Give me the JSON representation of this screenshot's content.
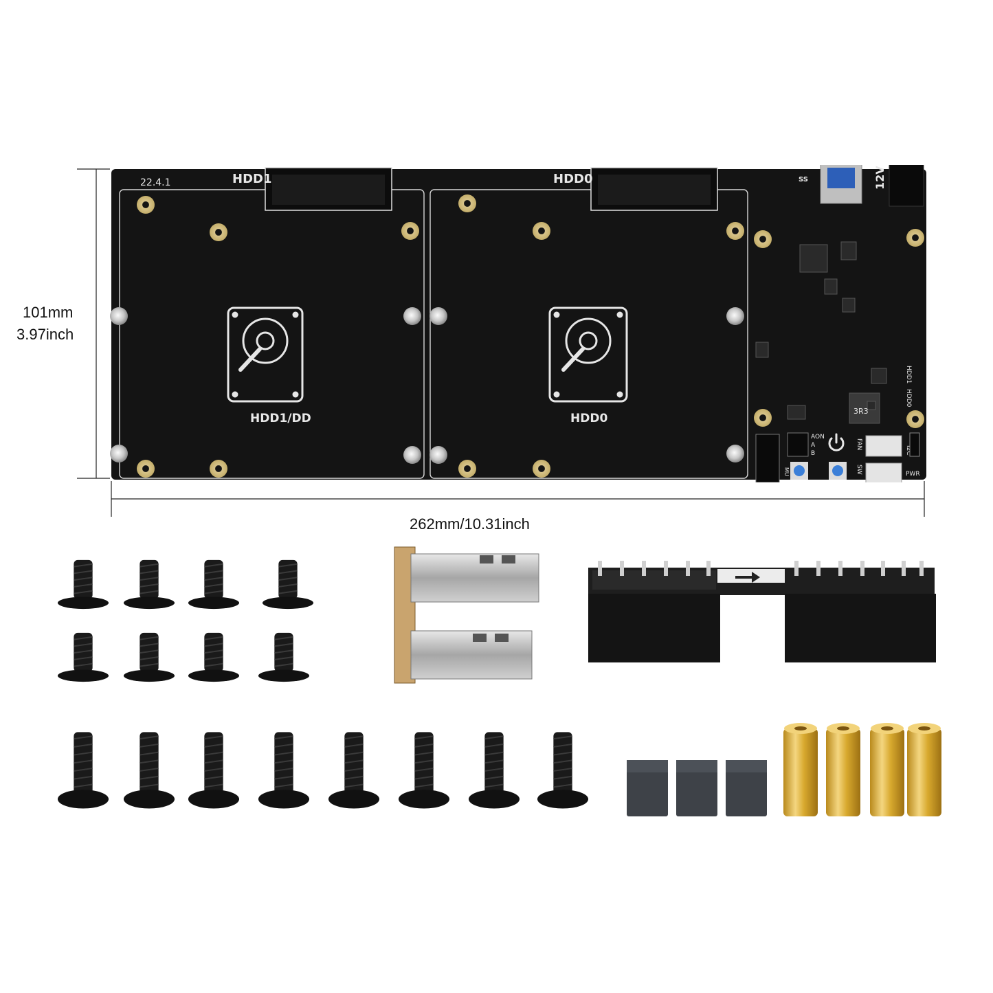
{
  "dimensions": {
    "height_mm": "101mm",
    "height_inch": "3.97inch",
    "width_label": "262mm/10.31inch"
  },
  "board": {
    "date_code": "22.4.1",
    "bay_left": {
      "connector_label": "HDD1",
      "icon_label": "HDD1/DD"
    },
    "bay_right": {
      "connector_label": "HDD0",
      "icon_label": "HDD0"
    },
    "power_label": "12V",
    "usb_label": "SS",
    "led_labels": [
      "HDD1",
      "HDD0"
    ],
    "inductor_marking": "3R3",
    "jumper_labels": [
      "AON",
      "A",
      "B"
    ],
    "header_label": "MU",
    "fan_label": "FAN",
    "i2c_label": "I2C",
    "sw_label": "SW",
    "pwr_label": "PWR"
  },
  "accessories": {
    "screws_short_count": 8,
    "screws_long_count": 8,
    "usb_adapters_count": 2,
    "jumper_caps_count": 3,
    "brass_standoffs_count": 4
  },
  "colors": {
    "pcb": "#141414",
    "silkscreen": "#e6e6e6",
    "gold_pad": "#d8c48a",
    "brass": "#d8a92e",
    "screw": "#1a1a1a",
    "jumper": "#3e4248"
  }
}
